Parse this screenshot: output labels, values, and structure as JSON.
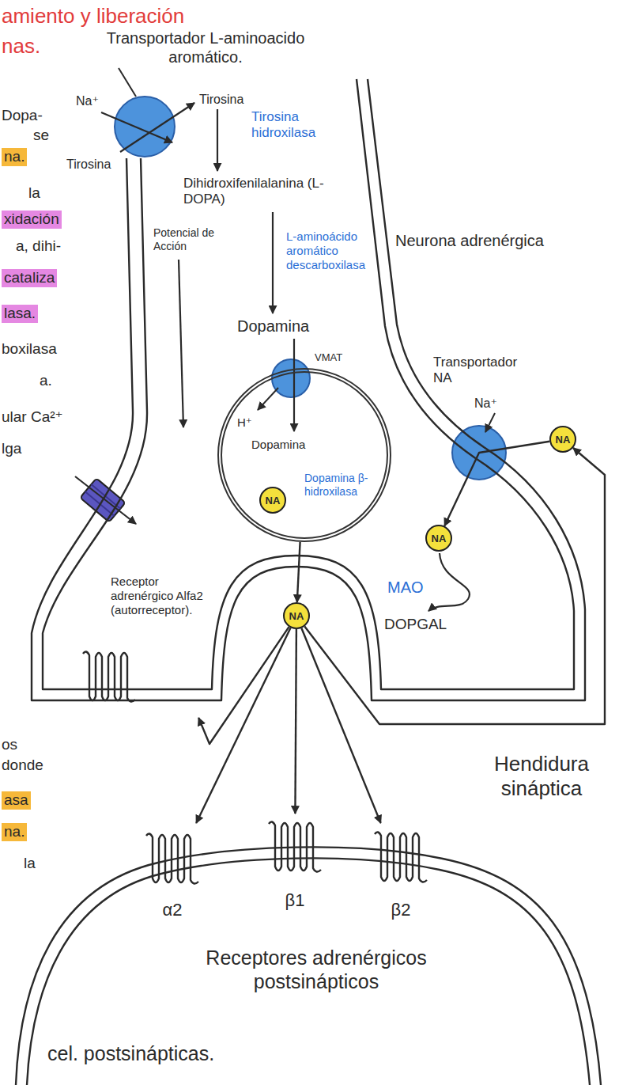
{
  "diagram": {
    "title": "amiento y liberación nas.",
    "nodes": [
      {
        "text": [
          "Neurona adrenérgica"
        ]
      },
      {
        "text": [
          "Dopamina",
          "Dopamina β-hidroxilasa"
        ],
        "in": 0
      },
      {
        "text": [
          "NA"
        ],
        "in": 1
      },
      {
        "text": [
          "NA"
        ]
      },
      {
        "text": [
          "NA"
        ],
        "in": 0
      },
      {
        "text": [
          "Receptor adrenérgico Alfa2 (autorreceptor)."
        ],
        "in": 0
      },
      {
        "text": [
          "NA"
        ]
      },
      {
        "text": [
          "Receptores adrenérgicos postsinápticos",
          "cel. postsinápticas."
        ]
      },
      {
        "text": [
          "α2"
        ],
        "in": 7
      },
      {
        "text": [
          "β1"
        ],
        "in": 7
      },
      {
        "text": [
          "β2"
        ],
        "in": 7
      }
    ],
    "edges": [
      {
        "from": 1,
        "to": 6,
        "arrow": "to"
      },
      {
        "from": 6,
        "to": 5,
        "arrow": "to"
      },
      {
        "from": 6,
        "to": 8,
        "arrow": "to"
      },
      {
        "from": 6,
        "to": 9,
        "arrow": "to"
      },
      {
        "from": 6,
        "to": 10,
        "arrow": "to"
      },
      {
        "from": 6,
        "to": 3,
        "arrow": "to"
      },
      {
        "from": 3,
        "to": 4,
        "arrow": "to"
      }
    ],
    "labels": [
      "Transportador L-aminoacido aromático.",
      "Na⁺",
      "Tirosina",
      "Tirosina",
      "Tirosina hidroxilasa",
      "Dihidroxifenilalanina (L-DOPA)",
      "Potencial de Acción",
      "L-aminoácido aromático descarboxilasa",
      "Dopamina",
      "VMAT",
      "H⁺",
      "Transportador NA",
      "Na⁺",
      "MAO",
      "DOPGAL",
      "Hendidura sináptica",
      "Dopa-",
      "se",
      "na.",
      "la",
      "xidación",
      "a, dihi-",
      "cataliza",
      "lasa.",
      "boxilasa",
      "a.",
      "ular Ca²⁺",
      "lga",
      "os",
      "donde",
      "asa",
      "na.",
      "la"
    ]
  }
}
